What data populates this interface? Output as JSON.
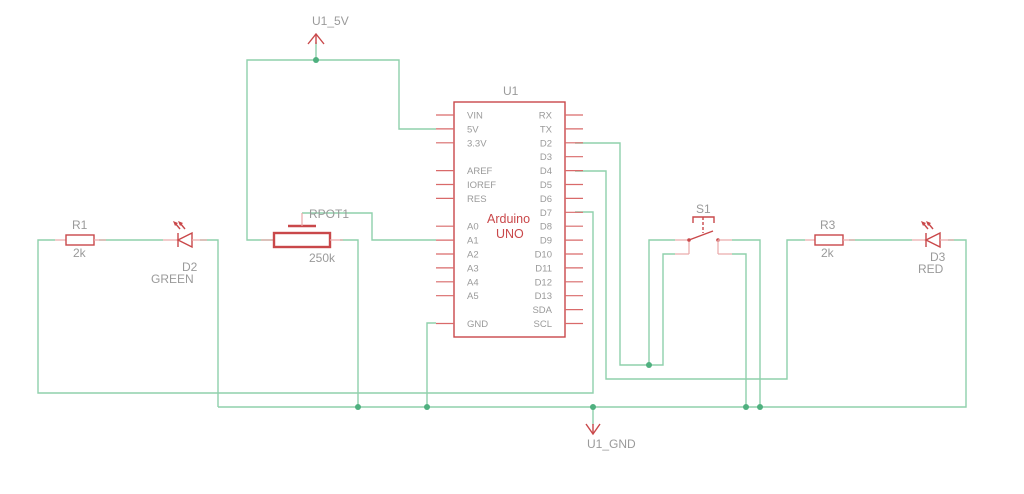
{
  "schematic": {
    "colors": {
      "wire": "#8fd0ac",
      "symbol": "#c9484a",
      "label": "#9a9a9a",
      "junction": "#4fb07f"
    },
    "power": {
      "vcc_label": "U1_5V",
      "gnd_label": "U1_GND"
    },
    "u1": {
      "ref": "U1",
      "title_line1": "Arduino",
      "title_line2": "UNO",
      "left_pins": [
        "VIN",
        "5V",
        "3.3V",
        "",
        "AREF",
        "IOREF",
        "RES",
        "",
        "A0",
        "A1",
        "A2",
        "A3",
        "A4",
        "A5",
        "",
        "GND"
      ],
      "right_pins": [
        "RX",
        "TX",
        "D2",
        "D3",
        "D4",
        "D5",
        "D6",
        "D7",
        "D8",
        "D9",
        "D10",
        "D11",
        "D12",
        "D13",
        "SDA",
        "SCL"
      ]
    },
    "r1": {
      "ref": "R1",
      "value": "2k"
    },
    "d2": {
      "ref": "D2",
      "value": "GREEN"
    },
    "rpot1": {
      "ref": "RPOT1",
      "value": "250k"
    },
    "s1": {
      "ref": "S1"
    },
    "r3": {
      "ref": "R3",
      "value": "2k"
    },
    "d3": {
      "ref": "D3",
      "value": "RED"
    }
  }
}
